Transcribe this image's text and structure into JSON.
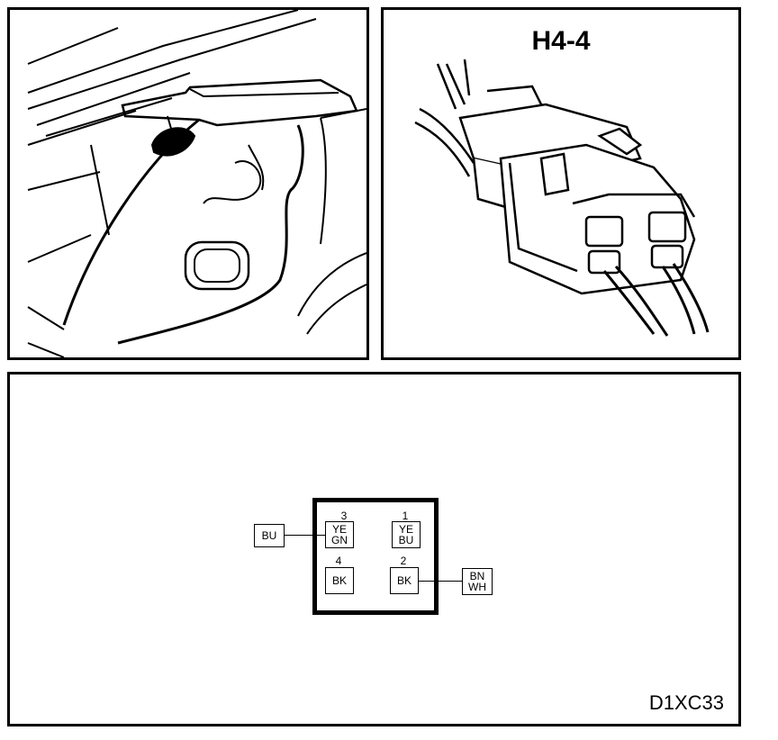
{
  "connector_view": {
    "title": "H4-4"
  },
  "pinout": {
    "pins": [
      {
        "number": "3",
        "colors": [
          "YE",
          "GN"
        ]
      },
      {
        "number": "1",
        "colors": [
          "YE",
          "BU"
        ]
      },
      {
        "number": "4",
        "colors": [
          "BK"
        ]
      },
      {
        "number": "2",
        "colors": [
          "BK"
        ]
      }
    ],
    "wires": [
      {
        "pin": "3",
        "colors": [
          "BU"
        ]
      },
      {
        "pin": "2",
        "colors": [
          "BN",
          "WH"
        ]
      }
    ]
  },
  "figure_code": "D1XC33"
}
